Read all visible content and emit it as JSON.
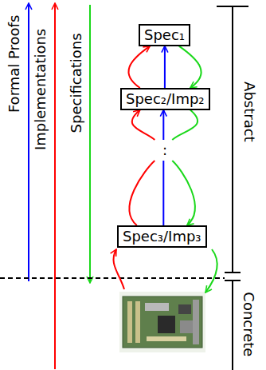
{
  "diagram": {
    "nodes": [
      {
        "text": [
          "Spec₁"
        ]
      },
      {
        "text": [
          "Spec₂/Imp₂"
        ]
      },
      {
        "text": [
          "Spec₃/Imp₃"
        ]
      }
    ],
    "edges": [
      {
        "from": 1,
        "to": 0,
        "arrow": "to"
      },
      {
        "from": 1,
        "to": 0,
        "arrow": "to"
      },
      {
        "from": 0,
        "to": 1,
        "arrow": "to"
      },
      {
        "from": 2,
        "to": 1,
        "arrow": "to"
      },
      {
        "from": 2,
        "to": 1,
        "arrow": "to"
      },
      {
        "from": 1,
        "to": 2,
        "arrow": "to"
      }
    ],
    "labels": [
      "Formal Proofs",
      "Implementations",
      "Specifications",
      ":",
      "Abstract",
      "Concrete"
    ]
  }
}
